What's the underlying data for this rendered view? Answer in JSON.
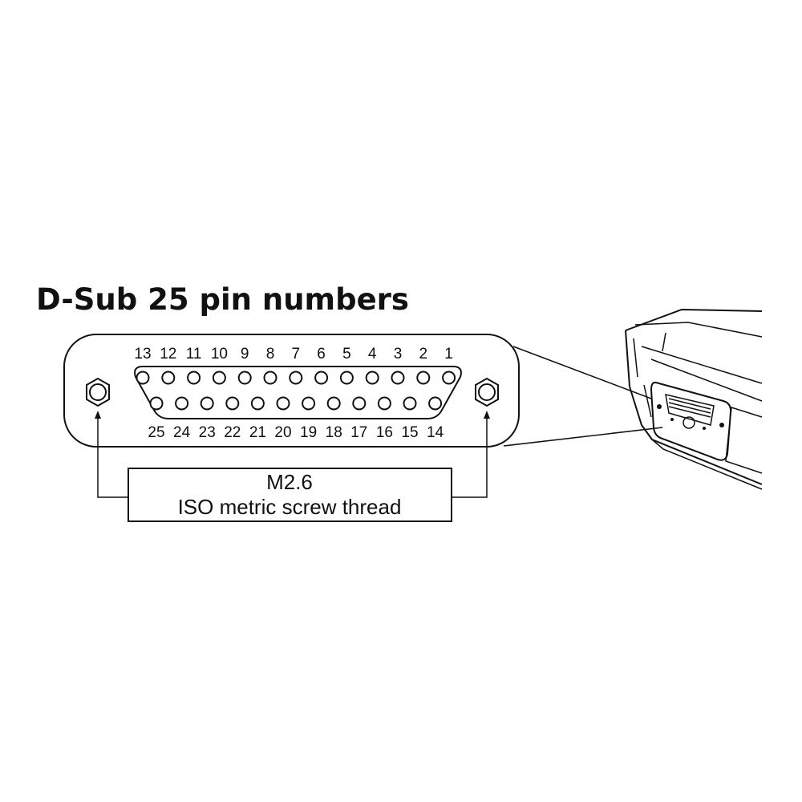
{
  "title": "D-Sub 25 pin numbers",
  "top_row_pins": [
    "13",
    "12",
    "11",
    "10",
    "9",
    "8",
    "7",
    "6",
    "5",
    "4",
    "3",
    "2",
    "1"
  ],
  "bottom_row_pins": [
    "25",
    "24",
    "23",
    "22",
    "21",
    "20",
    "19",
    "18",
    "17",
    "16",
    "15",
    "14"
  ],
  "screw_note": {
    "line1": "M2.6",
    "line2": "ISO metric screw thread"
  },
  "colors": {
    "ink": "#111111",
    "background": "#ffffff"
  },
  "icons": {
    "screw": "hex-nut-icon",
    "device": "device-connector-illustration"
  }
}
